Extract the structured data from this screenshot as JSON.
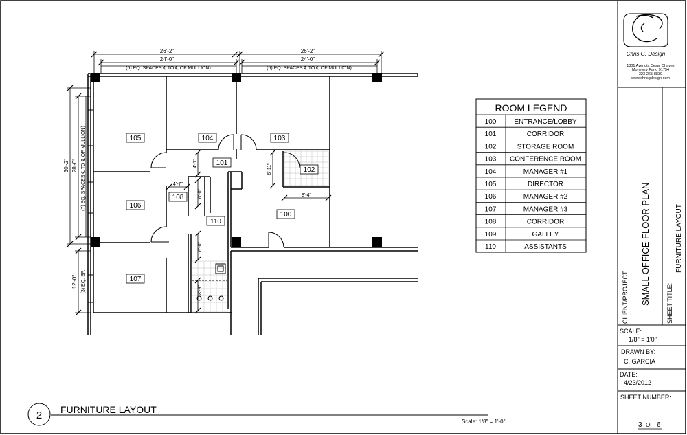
{
  "dimensions": {
    "top_left_overall": "26'-2\"",
    "top_left_inner": "24'-0\"",
    "top_left_spaces": "(6) EQ. SPACES ℄ TO ℄ OF MULLION)",
    "top_right_overall": "26'-2\"",
    "top_right_inner": "24'-0\"",
    "top_right_spaces": "(6) EQ. SPACES ℄ TO ℄ OF MULLION)",
    "left_overall": "30'-2\"",
    "left_inner": "28'-0\"",
    "left_spaces": "(7) EQ. SPACES ℄ TO ℄ OF MULLION)",
    "left_lower": "12'-0\"",
    "left_lower_spaces": "(3) EQ. SP.",
    "d_4_7_vertical": "4'-7\"",
    "d_4_7_horizontal": "4'-7\"",
    "d_6_0_upper": "6'-0\"",
    "d_6_0_lower": "6'-0\"",
    "d_8_9": "8'-9\"",
    "d_6_11": "6'-11\"",
    "d_8_4": "8'-4\""
  },
  "rooms": {
    "r100": "100",
    "r101": "101",
    "r102": "102",
    "r103": "103",
    "r104": "104",
    "r105": "105",
    "r106": "106",
    "r107": "107",
    "r108": "108",
    "r110": "110"
  },
  "legend": {
    "title": "ROOM LEGEND",
    "rows": [
      {
        "num": "100",
        "name": "ENTRANCE/LOBBY"
      },
      {
        "num": "101",
        "name": "CORRIDOR"
      },
      {
        "num": "102",
        "name": "STORAGE ROOM"
      },
      {
        "num": "103",
        "name": "CONFERENCE ROOM"
      },
      {
        "num": "104",
        "name": "MANAGER #1"
      },
      {
        "num": "105",
        "name": "DIRECTOR"
      },
      {
        "num": "106",
        "name": "MANAGER #2"
      },
      {
        "num": "107",
        "name": "MANAGER #3"
      },
      {
        "num": "108",
        "name": "CORRIDOR"
      },
      {
        "num": "109",
        "name": "GALLEY"
      },
      {
        "num": "110",
        "name": "ASSISTANTS"
      }
    ]
  },
  "drawing": {
    "number": "2",
    "title": "FURNITURE LAYOUT",
    "scale": "Scale: 1/8\" = 1'-0\""
  },
  "title_block": {
    "logo_name": "Chris G. Design",
    "address1": "1301 Avendia Cesar Chavez",
    "address2": "Monetery Park, 91754",
    "phone": "323-265-8839",
    "website": "www.chrisgdesign.com",
    "client_label": "CLIENT/PROJECT:",
    "project": "SMALL OFFICE FLOOR PLAN",
    "sheet_title_label": "SHEET TITLE:",
    "sheet_title": "FURNITURE LAYOUT",
    "scale_label": "SCALE:",
    "scale_value": "1/8\" = 1'0\"",
    "drawn_label": "DRAWN BY:",
    "drawn_value": "C. GARCIA",
    "date_label": "DATE:",
    "date_value": "4/23/2012",
    "sheet_number_label": "SHEET NUMBER:",
    "sheet_num": "3",
    "sheet_of": "OF",
    "sheet_total": "6"
  }
}
